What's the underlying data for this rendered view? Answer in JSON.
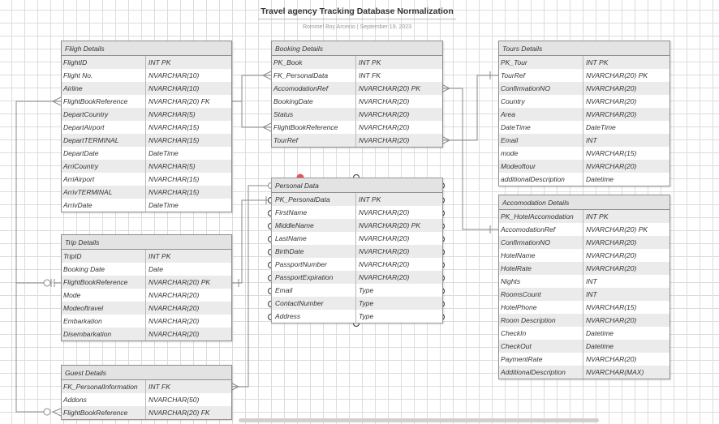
{
  "title": "Travel agency Tracking Database Normalization",
  "subtitle": "Rommel Boy Arcecio  |  September 19, 2023",
  "tables": {
    "flight": {
      "name": "Fliigh Details",
      "rows": [
        [
          "FlightID",
          "INT PK"
        ],
        [
          "Flight No.",
          "NVARCHAR(10)"
        ],
        [
          "Airline",
          "NVARCHAR(10)"
        ],
        [
          "FlightBookReference",
          "NVARCHAR(20) FK"
        ],
        [
          "DepartCountry",
          "NVARCHAR(5)"
        ],
        [
          "DepartAirport",
          "NVARCHAR(15)"
        ],
        [
          "DepartTERMINAL",
          "NVARCHAR(15)"
        ],
        [
          "DepartDate",
          "DateTime"
        ],
        [
          "ArriCountry",
          "NVARCHAR(5)"
        ],
        [
          "ArriAirport",
          "NVARCHAR(15)"
        ],
        [
          "ArrivTERMINAL",
          "NVARCHAR(15)"
        ],
        [
          "ArrivDate",
          "DateTime"
        ]
      ]
    },
    "booking": {
      "name": "Booking Details",
      "rows": [
        [
          "PK_Book",
          "INT PK"
        ],
        [
          "FK_PersonalData",
          "INT FK"
        ],
        [
          "AccomodationRef",
          "NVARCHAR(20)  PK"
        ],
        [
          "BookingDate",
          "NVARCHAR(20)"
        ],
        [
          "Status",
          "NVARCHAR(20)"
        ],
        [
          "FlightBookReference",
          "NVARCHAR(20)"
        ],
        [
          "TourRef",
          "NVARCHAR(20)"
        ]
      ]
    },
    "tours": {
      "name": "Tours Details",
      "rows": [
        [
          "PK_Tour",
          "INT PK"
        ],
        [
          "TourRef",
          "NVARCHAR(20) PK"
        ],
        [
          "ConfirmationNO",
          "NVARCHAR(20)"
        ],
        [
          "Country",
          "NVARCHAR(20)"
        ],
        [
          "Area",
          "NVARCHAR(20)"
        ],
        [
          "DateTime",
          "DateTime"
        ],
        [
          "Email",
          "INT"
        ],
        [
          "mode",
          "NVARCHAR(15)"
        ],
        [
          "Modeoftour",
          "NVARCHAR(20)"
        ],
        [
          "additionalDescription",
          "Datetime"
        ]
      ]
    },
    "personal": {
      "name": "Personal Data",
      "rows": [
        [
          "PK_PersonalData",
          "INT PK"
        ],
        [
          "FirstName",
          "NVARCHAR(20)"
        ],
        [
          "MiddleName",
          "NVARCHAR(20) PK"
        ],
        [
          "LastName",
          "NVARCHAR(20)"
        ],
        [
          "BirthDate",
          "NVARCHAR(20)"
        ],
        [
          "PassportNumber",
          "NVARCHAR(20)"
        ],
        [
          "PassportExpiration",
          "NVARCHAR(20)"
        ],
        [
          "Email",
          "Type"
        ],
        [
          "ContactNumber",
          "Type"
        ],
        [
          "Address",
          "Type"
        ]
      ]
    },
    "accom": {
      "name": "Accomodation Details",
      "rows": [
        [
          "PK_HotelAccomodation",
          "INT PK"
        ],
        [
          "AccomodationRef",
          "NVARCHAR(20) PK"
        ],
        [
          "ConfirmationNO",
          "NVARCHAR(20)"
        ],
        [
          "HotelName",
          "NVARCHAR(20)"
        ],
        [
          "HotelRate",
          "NVARCHAR(20)"
        ],
        [
          "Nights",
          "INT"
        ],
        [
          "RoomsCount",
          "INT"
        ],
        [
          "HotelPhone",
          "NVARCHAR(15)"
        ],
        [
          "Room Description",
          "NVARCHAR(20)"
        ],
        [
          "CheckIn",
          "Datetime"
        ],
        [
          "CheckOut",
          "Datetime"
        ],
        [
          "PaymentRate",
          "NVARCHAR(20)"
        ],
        [
          "AdditionalDescription",
          "NVARCHAR(MAX)"
        ]
      ]
    },
    "trip": {
      "name": "Trip Details",
      "rows": [
        [
          "TripID",
          "INT PK"
        ],
        [
          "Booking Date",
          "Date"
        ],
        [
          "FlightBookReference",
          "NVARCHAR(20) PK"
        ],
        [
          "Mode",
          "NVARCHAR(20)"
        ],
        [
          "Modeoftravel",
          "NVARCHAR(20)"
        ],
        [
          "Embarkation",
          "NVARCHAR(20)"
        ],
        [
          "Disembarkation",
          "NVARCHAR(20)"
        ]
      ]
    },
    "guest": {
      "name": "Guest Details",
      "rows": [
        [
          "FK_PersonalInformation",
          "INT FK"
        ],
        [
          "Addons",
          "NVARCHAR(50)"
        ],
        [
          "FlightBookReference",
          "NVARCHAR(20) FK"
        ]
      ]
    }
  }
}
